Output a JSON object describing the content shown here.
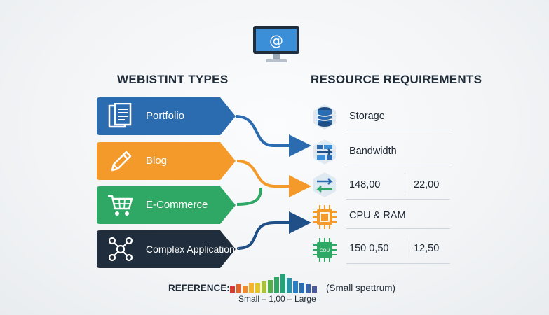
{
  "headings": {
    "left": "WEBISTINT TYPES",
    "right": "RESOURCE REQUIREMENTS"
  },
  "website_types": [
    {
      "label": "Portfolio",
      "icon": "document-icon",
      "color": "#2b6cb0"
    },
    {
      "label": "Blog",
      "icon": "pencil-icon",
      "color": "#f39a2b"
    },
    {
      "label": "E-Commerce",
      "icon": "shopping-cart-icon",
      "color": "#2fa866"
    },
    {
      "label": "Complex Applications",
      "icon": "network-nodes-icon",
      "color": "#1f2d3d"
    }
  ],
  "resources": {
    "storage": {
      "label": "Storage",
      "icon": "database-icon"
    },
    "bandwidth": {
      "label": "Bandwidth",
      "icon": "bandwidth-icon"
    },
    "bandwidth_values": {
      "icon": "transfer-arrows-icon",
      "a": "148,00",
      "b": "22,00"
    },
    "cpu_ram": {
      "label": "CPU & RAM",
      "icon": "cpu-chip-icon"
    },
    "cpu_values": {
      "icon": "cou-chip-icon",
      "chip_text": "COU",
      "a": "150 0,50",
      "b": "12,50"
    }
  },
  "reference": {
    "label": "REFERENCE:",
    "note": "(Small spettrum)",
    "scale": "Small – 1,00 – Large",
    "bars": [
      {
        "level": 0.35,
        "color": "#d83a2e"
      },
      {
        "level": 0.45,
        "color": "#e3632b"
      },
      {
        "level": 0.4,
        "color": "#f08a2c"
      },
      {
        "level": 0.55,
        "color": "#f4b42b"
      },
      {
        "level": 0.5,
        "color": "#e2c62a"
      },
      {
        "level": 0.6,
        "color": "#a9c23a"
      },
      {
        "level": 0.7,
        "color": "#55b04a"
      },
      {
        "level": 0.85,
        "color": "#2fa866"
      },
      {
        "level": 1.0,
        "color": "#27a37a"
      },
      {
        "level": 0.8,
        "color": "#2994a8"
      },
      {
        "level": 0.6,
        "color": "#2b7fc4"
      },
      {
        "level": 0.55,
        "color": "#2b6cb0"
      },
      {
        "level": 0.45,
        "color": "#3a63a8"
      },
      {
        "level": 0.35,
        "color": "#4a5a9c"
      }
    ]
  }
}
